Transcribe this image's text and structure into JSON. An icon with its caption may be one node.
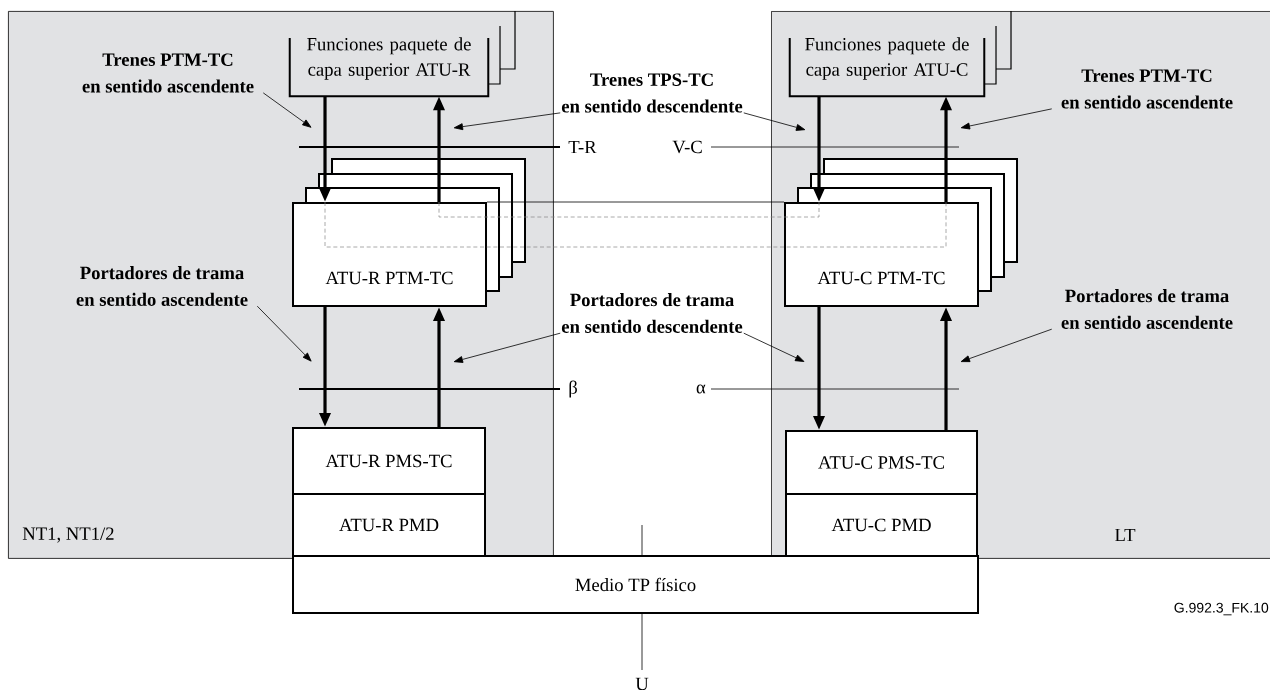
{
  "diagram": {
    "nodes": [
      {
        "text": [
          "NT1, NT1/2"
        ]
      },
      {
        "text": [
          "LT"
        ]
      },
      {
        "text": [
          "Funciones paquete de capa superior ATU-R"
        ],
        "in": 0
      },
      {
        "text": [
          "ATU-R PTM-TC"
        ],
        "in": 0
      },
      {
        "text": [
          "ATU-R PMS-TC"
        ],
        "in": 0
      },
      {
        "text": [
          "ATU-R PMD"
        ],
        "in": 0
      },
      {
        "text": [
          "Funciones paquete de capa superior ATU-C"
        ],
        "in": 1
      },
      {
        "text": [
          "ATU-C PTM-TC"
        ],
        "in": 1
      },
      {
        "text": [
          "ATU-C PMS-TC"
        ],
        "in": 1
      },
      {
        "text": [
          "ATU-C PMD"
        ],
        "in": 1
      },
      {
        "text": [
          "Medio TP físico"
        ]
      },
      {
        "text": [
          "Trenes PTM-TC en sentido ascendente"
        ],
        "in": 0
      },
      {
        "text": [
          "Trenes TPS-TC en sentido descendente"
        ]
      },
      {
        "text": [
          "Trenes PTM-TC en sentido ascendente"
        ],
        "in": 1
      },
      {
        "text": [
          "Portadores de trama en sentido ascendente"
        ],
        "in": 0
      },
      {
        "text": [
          "Portadores de trama en sentido descendente"
        ]
      },
      {
        "text": [
          "Portadores de trama en sentido ascendente"
        ],
        "in": 1
      }
    ],
    "edges": [
      {
        "from": 2,
        "to": 3,
        "arrow": "to",
        "style": "thick"
      },
      {
        "from": 3,
        "to": 2,
        "arrow": "to",
        "style": "thick"
      },
      {
        "from": 3,
        "to": 4,
        "arrow": "to",
        "style": "thick"
      },
      {
        "from": 4,
        "to": 3,
        "arrow": "to",
        "style": "thick"
      },
      {
        "from": 6,
        "to": 7,
        "arrow": "to",
        "style": "thick"
      },
      {
        "from": 7,
        "to": 6,
        "arrow": "to",
        "style": "thick"
      },
      {
        "from": 7,
        "to": 8,
        "arrow": "to",
        "style": "thick"
      },
      {
        "from": 8,
        "to": 7,
        "arrow": "to",
        "style": "thick"
      },
      {
        "from": 3,
        "to": 7,
        "arrow": "none"
      },
      {
        "from": 3,
        "to": 7,
        "arrow": "none",
        "style": "dashed",
        "color": "#808080"
      },
      {
        "from": 3,
        "to": 7,
        "arrow": "none",
        "style": "dashed",
        "color": "#808080"
      },
      {
        "from": 11,
        "to": null,
        "arrow": "to"
      },
      {
        "from": 12,
        "to": null,
        "arrow": "to"
      },
      {
        "from": 12,
        "to": null,
        "arrow": "to"
      },
      {
        "from": 13,
        "to": null,
        "arrow": "to"
      },
      {
        "from": 14,
        "to": null,
        "arrow": "to"
      },
      {
        "from": 15,
        "to": null,
        "arrow": "to"
      },
      {
        "from": 15,
        "to": null,
        "arrow": "to"
      },
      {
        "from": 16,
        "to": null,
        "arrow": "to"
      }
    ],
    "labels": [
      "T-R",
      "V-C",
      "β",
      "α",
      "G.992.3_FK.10",
      "U"
    ]
  }
}
